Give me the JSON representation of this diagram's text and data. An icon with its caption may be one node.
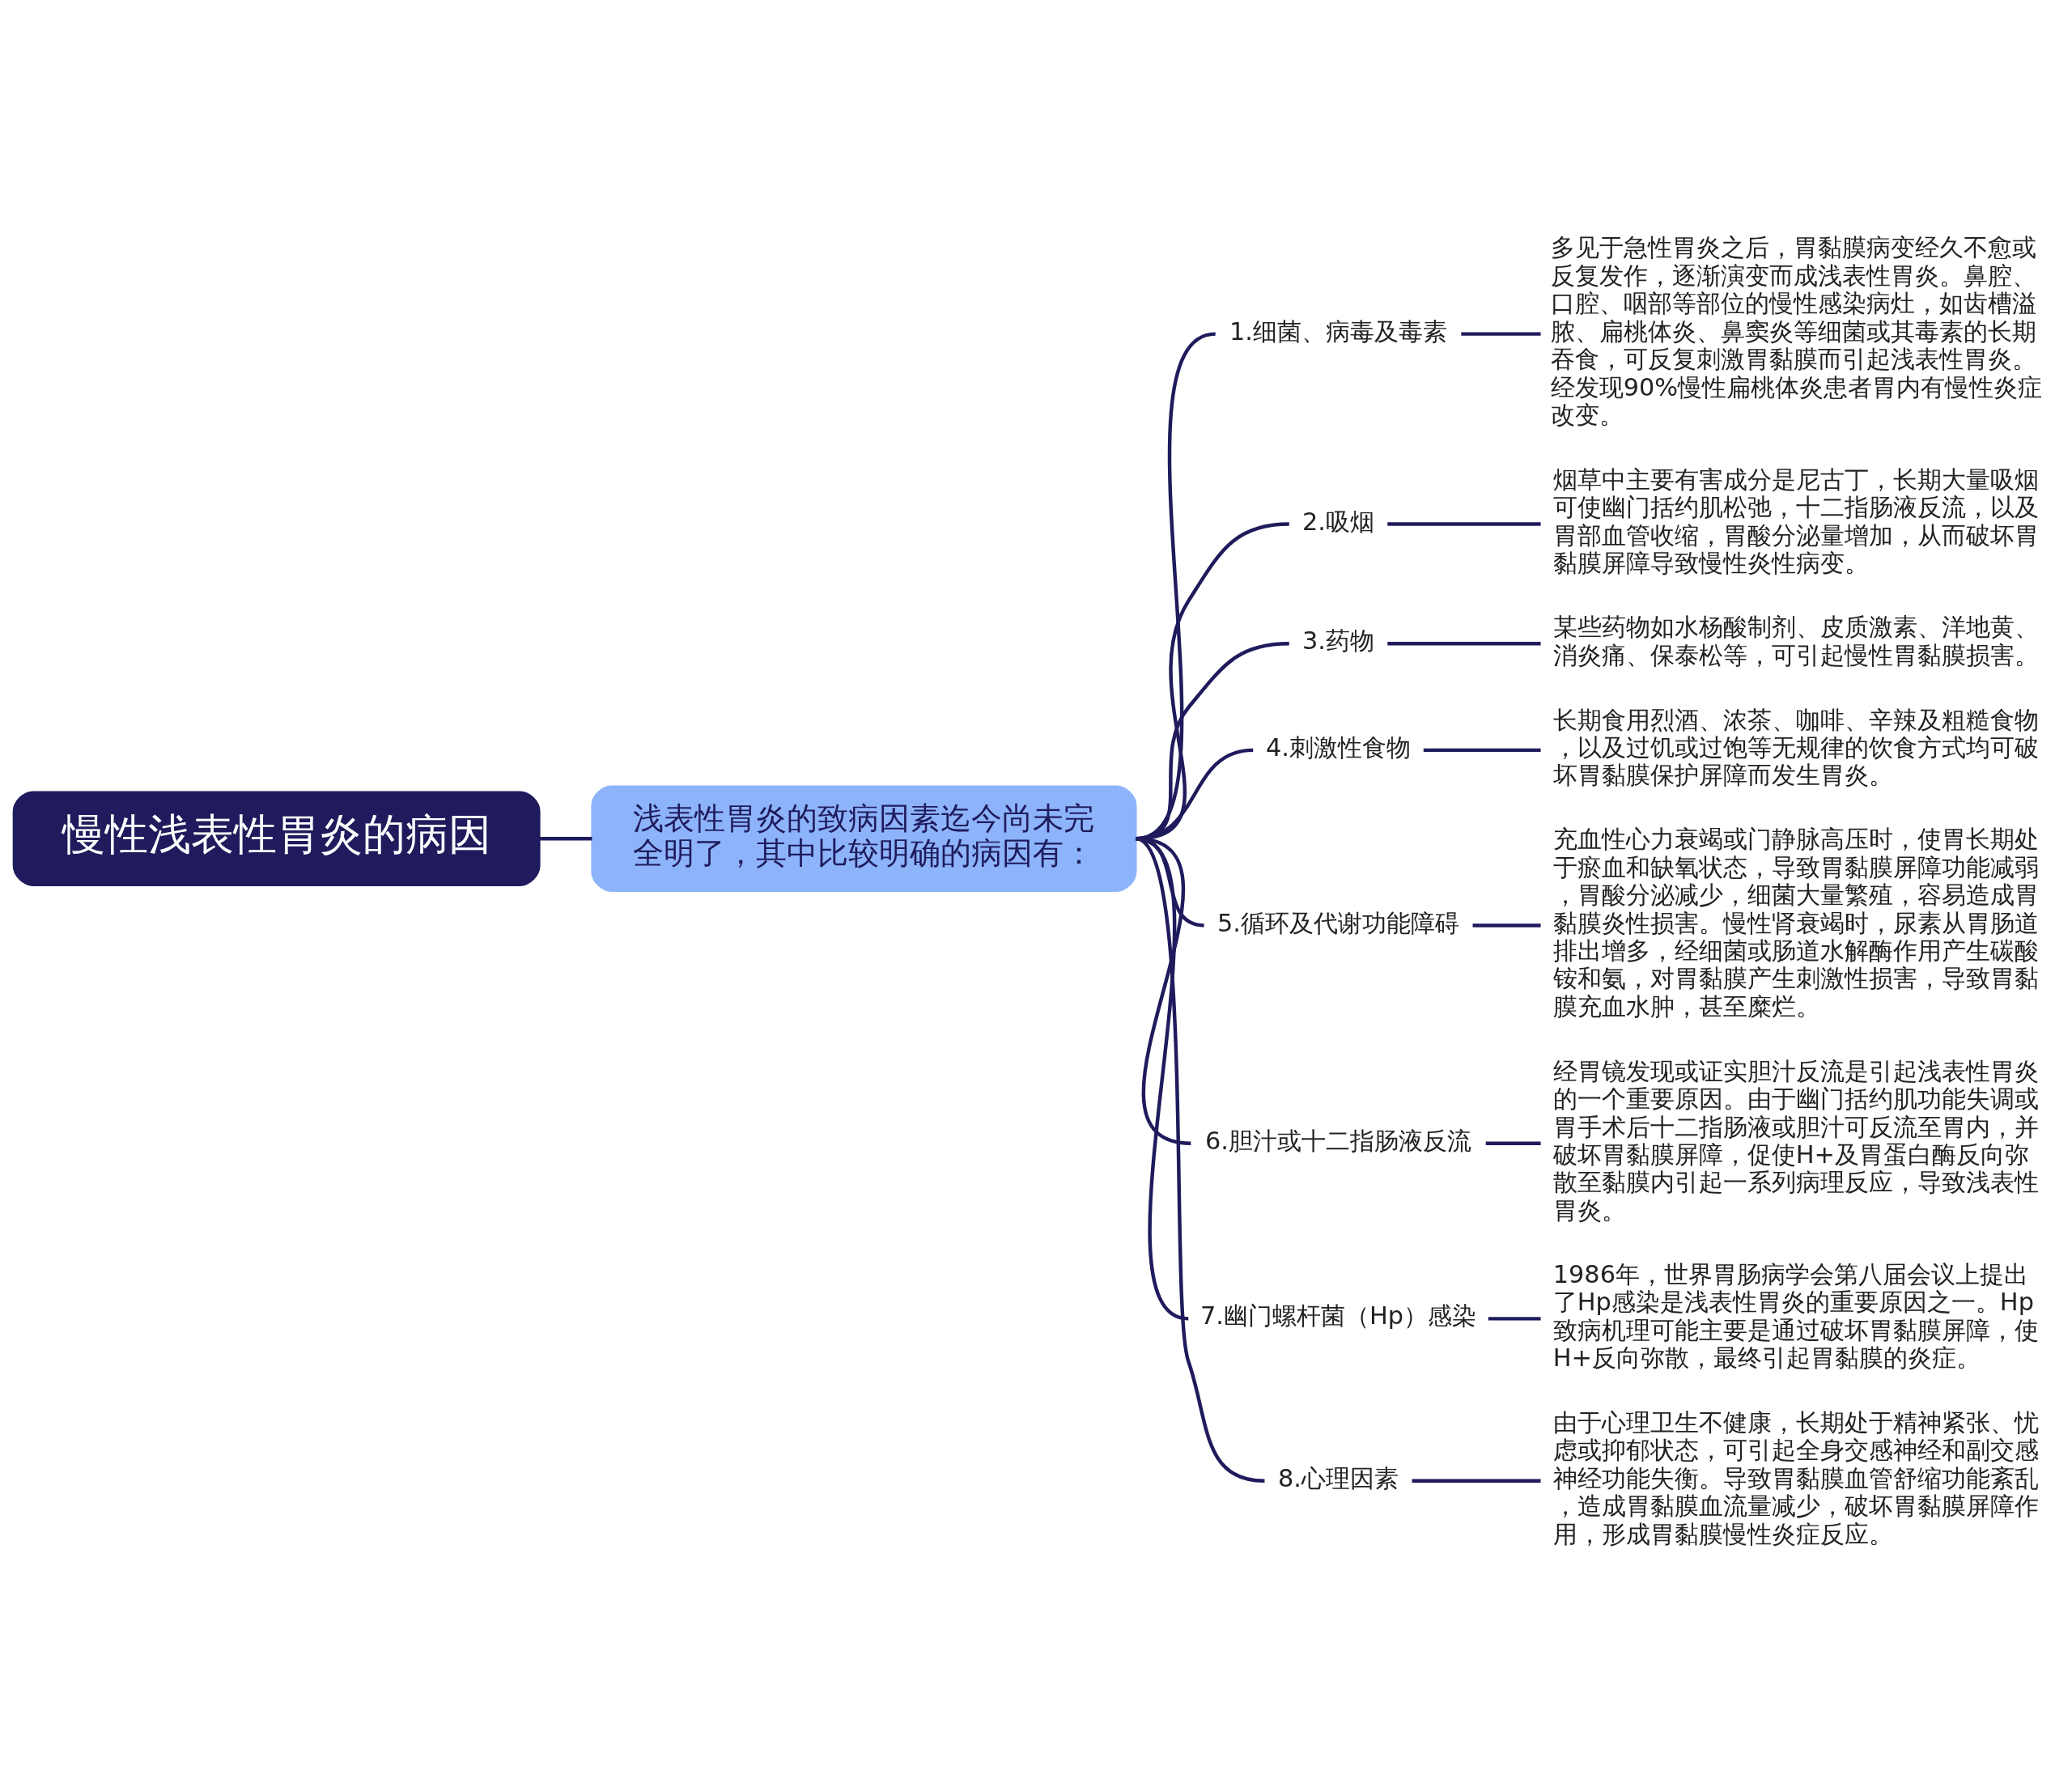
{
  "diagram": {
    "nodes": [
      {
        "text": [
          "慢性浅表性胃炎的病因"
        ]
      },
      {
        "text": [
          "浅表性胃炎的致病因素迄今尚未完全明了，其中比较明确的病因有："
        ]
      },
      {
        "text": [
          "1.细菌、病毒及毒素"
        ]
      },
      {
        "text": [
          "多见于急性胃炎之后，胃黏膜病变经久不愈或反复发作，逐渐演变而成浅表性胃炎。鼻腔、口腔、咽部等部位的慢性感染病灶，如齿槽溢脓、扁桃体炎、鼻窦炎等细菌或其毒素的长期吞食，可反复刺激胃黏膜而引起浅表性胃炎。经发现90%慢性扁桃体炎患者胃内有慢性炎症改变。"
        ]
      },
      {
        "text": [
          "2.吸烟"
        ]
      },
      {
        "text": [
          "烟草中主要有害成分是尼古丁，长期大量吸烟可使幽门括约肌松弛，十二指肠液反流，以及胃部血管收缩，胃酸分泌量增加，从而破坏胃黏膜屏障导致慢性炎性病变。"
        ]
      },
      {
        "text": [
          "3.药物"
        ]
      },
      {
        "text": [
          "某些药物如水杨酸制剂、皮质激素、洋地黄、消炎痛、保泰松等，可引起慢性胃黏膜损害。"
        ]
      },
      {
        "text": [
          "4.刺激性食物"
        ]
      },
      {
        "text": [
          "长期食用烈酒、浓茶、咖啡、辛辣及粗糙食物，以及过饥或过饱等无规律的饮食方式均可破坏胃黏膜保护屏障而发生胃炎。"
        ]
      },
      {
        "text": [
          "5.循环及代谢功能障碍"
        ]
      },
      {
        "text": [
          "充血性心力衰竭或门静脉高压时，使胃长期处于瘀血和缺氧状态，导致胃黏膜屏障功能减弱，胃酸分泌减少，细菌大量繁殖，容易造成胃黏膜炎性损害。慢性肾衰竭时，尿素从胃肠道排出增多，经细菌或肠道水解酶作用产生碳酸铵和氨，对胃黏膜产生刺激性损害，导致胃黏膜充血水肿，甚至糜烂。"
        ]
      },
      {
        "text": [
          "6.胆汁或十二指肠液反流"
        ]
      },
      {
        "text": [
          "经胃镜发现或证实胆汁反流是引起浅表性胃炎的一个重要原因。由于幽门括约肌功能失调或胃手术后十二指肠液或胆汁可反流至胃内，并破坏胃黏膜屏障，促使H+及胃蛋白酶反向弥散至黏膜内引起一系列病理反应，导致浅表性胃炎。"
        ]
      },
      {
        "text": [
          "7.幽门螺杆菌（Hp）感染"
        ]
      },
      {
        "text": [
          "1986年，世界胃肠病学会第八届会议上提出了Hp感染是浅表性胃炎的重要原因之一。Hp致病机理可能主要是通过破坏胃黏膜屏障，使H+反向弥散，最终引起胃黏膜的炎症。"
        ]
      },
      {
        "text": [
          "8.心理因素"
        ]
      },
      {
        "text": [
          "由于心理卫生不健康，长期处于精神紧张、忧虑或抑郁状态，可引起全身交感神经和副交感神经功能失衡。导致胃黏膜血管舒缩功能紊乱，造成胃黏膜血流量减少，破坏胃黏膜屏障作用，形成胃黏膜慢性炎症反应。"
        ]
      }
    ],
    "edges": [
      {
        "from": 0,
        "to": 1,
        "arrow": "none"
      },
      {
        "from": 1,
        "to": 2,
        "arrow": "none"
      },
      {
        "from": 2,
        "to": 3,
        "arrow": "none"
      },
      {
        "from": 1,
        "to": 4,
        "arrow": "none"
      },
      {
        "from": 4,
        "to": 5,
        "arrow": "none"
      },
      {
        "from": 1,
        "to": 6,
        "arrow": "none"
      },
      {
        "from": 6,
        "to": 7,
        "arrow": "none"
      },
      {
        "from": 1,
        "to": 8,
        "arrow": "none"
      },
      {
        "from": 8,
        "to": 9,
        "arrow": "none"
      },
      {
        "from": 1,
        "to": 10,
        "arrow": "none"
      },
      {
        "from": 10,
        "to": 11,
        "arrow": "none"
      },
      {
        "from": 1,
        "to": 12,
        "arrow": "none"
      },
      {
        "from": 12,
        "to": 13,
        "arrow": "none"
      },
      {
        "from": 1,
        "to": 14,
        "arrow": "none"
      },
      {
        "from": 14,
        "to": 15,
        "arrow": "none"
      },
      {
        "from": 1,
        "to": 16,
        "arrow": "none"
      },
      {
        "from": 16,
        "to": 17,
        "arrow": "none"
      }
    ]
  }
}
